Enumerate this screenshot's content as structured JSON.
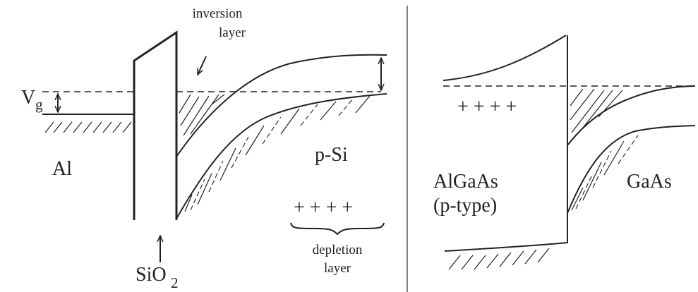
{
  "left": {
    "gate_voltage_label": "V",
    "gate_voltage_subscript": "g",
    "metal_label": "Al",
    "oxide_label": "SiO",
    "oxide_subscript": "2",
    "semiconductor_label": "p-Si",
    "inversion_label_line1": "inversion",
    "inversion_label_line2": "layer",
    "depletion_charges": "+ + + +",
    "depletion_label_line1": "depletion",
    "depletion_label_line2": "layer"
  },
  "right": {
    "charges": "+ + + +",
    "barrier_label_line1": "AlGaAs",
    "barrier_label_line2": "(p-type)",
    "channel_label": "GaAs"
  }
}
